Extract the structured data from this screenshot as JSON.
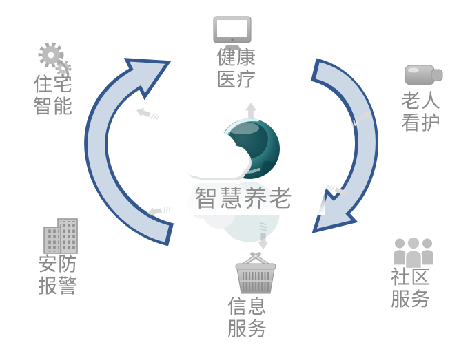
{
  "diagram": {
    "center": {
      "title": "智慧养老",
      "icon": "cloud-globe"
    },
    "nodes": [
      {
        "id": "health-medical",
        "label": "健康医疗",
        "lines": "健康\n医疗",
        "icon": "monitor-icon",
        "position": "top"
      },
      {
        "id": "elderly-care",
        "label": "老人看护",
        "lines": "老人\n看护",
        "icon": "video-camera-icon",
        "position": "right-top"
      },
      {
        "id": "community-service",
        "label": "社区服务",
        "lines": "社区\n服务",
        "icon": "people-group-icon",
        "position": "right-bottom"
      },
      {
        "id": "info-service",
        "label": "信息服务",
        "lines": "信息\n服务",
        "icon": "shopping-basket-icon",
        "position": "bottom"
      },
      {
        "id": "security-alarm",
        "label": "安防报警",
        "lines": "安防\n报警",
        "icon": "buildings-icon",
        "position": "left-bottom"
      },
      {
        "id": "home-intelligence",
        "label": "住宅智能",
        "lines": "住宅\n智能",
        "icon": "brain-gear-icon",
        "position": "left-top"
      }
    ],
    "cycle_arrows": [
      {
        "id": "arrow-up-left",
        "direction": "counterclockwise, bottom to top, pointing at 健康医疗"
      },
      {
        "id": "arrow-down-right",
        "direction": "clockwise, top to bottom, pointing at 信息服务"
      }
    ],
    "colors": {
      "arc_fill": "#cdd8e7",
      "arc_border": "#33588f",
      "label_gray": "#898989",
      "icon_gray": "#b5b5b5",
      "globe_teal_dark": "#0b3940",
      "globe_teal_light": "#aee2e4",
      "small_arrow_gray": "#dadada",
      "background": "#ffffff"
    }
  }
}
